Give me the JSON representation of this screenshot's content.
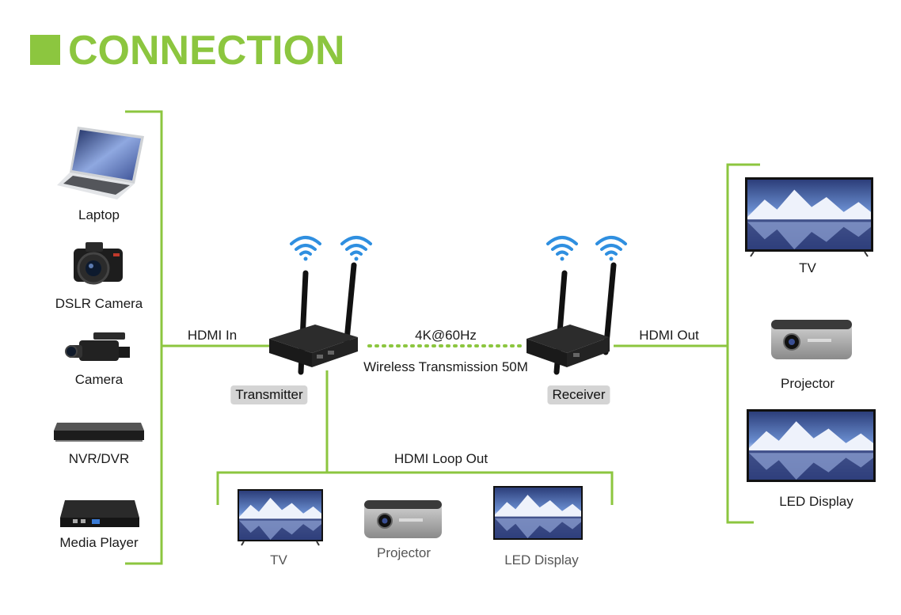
{
  "header": {
    "title": "CONNECTION"
  },
  "colors": {
    "accent": "#8cc63f",
    "wifi": "#2f8fe0"
  },
  "sources": [
    {
      "label": "Laptop",
      "icon": "laptop-icon"
    },
    {
      "label": "DSLR Camera",
      "icon": "dslr-camera-icon"
    },
    {
      "label": "Camera",
      "icon": "camcorder-icon"
    },
    {
      "label": "NVR/DVR",
      "icon": "nvr-dvr-icon"
    },
    {
      "label": "Media Player",
      "icon": "media-player-icon"
    }
  ],
  "links": {
    "hdmi_in": "HDMI In",
    "hdmi_out": "HDMI Out",
    "resolution": "4K@60Hz",
    "wireless": "Wireless Transmission 50M",
    "loop_out": "HDMI Loop Out"
  },
  "devices": {
    "transmitter": "Transmitter",
    "receiver": "Receiver"
  },
  "outputs": [
    {
      "label": "TV",
      "icon": "tv-icon"
    },
    {
      "label": "Projector",
      "icon": "projector-icon"
    },
    {
      "label": "LED Display",
      "icon": "led-display-icon"
    }
  ],
  "loop_outputs": [
    {
      "label": "TV",
      "icon": "tv-icon"
    },
    {
      "label": "Projector",
      "icon": "projector-icon"
    },
    {
      "label": "LED Display",
      "icon": "led-display-icon"
    }
  ]
}
